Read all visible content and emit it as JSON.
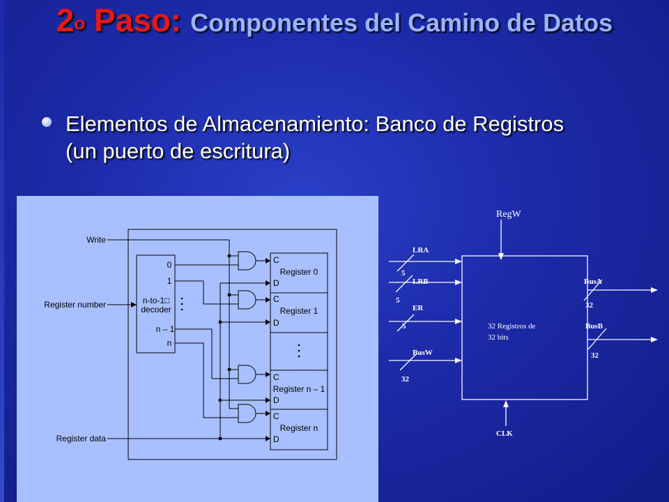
{
  "slide": {
    "title_number": "2",
    "title_sup": "o",
    "title_step": " Paso: ",
    "title_rest": "Componentes del Camino de Datos",
    "bullet": "Elementos de Almacenamiento: Banco de Registros (un puerto de escritura)"
  },
  "left_diagram": {
    "write": "Write",
    "register_number": "Register number",
    "register_data": "Register data",
    "decoder_line1": "n-to-1",
    "decoder_box_glyph": "□",
    "decoder_line2": "decoder",
    "out0": "0",
    "out1": "1",
    "out_n1": "n – 1",
    "out_n": "n",
    "c_label": "C",
    "d_label": "D",
    "reg0": "Register 0",
    "reg1": "Register 1",
    "regn1": "Register n – 1",
    "regn": "Register n"
  },
  "right_diagram": {
    "regw": "RegW",
    "lra": "LRA",
    "lrb": "LRB",
    "er": "ER",
    "busw": "BusW",
    "w5a": "5",
    "w5b": "5",
    "w5c": "5",
    "w32w": "32",
    "box_line1": "32 Registros de",
    "box_line2": "32 bits",
    "busa": "BusA",
    "busb": "BusB",
    "w32a": "32",
    "w32b": "32",
    "clk": "CLK"
  },
  "colors": {
    "background": "#1c2aa8",
    "title_red": "#e81818",
    "title_light": "#9ab4ff",
    "panel": "#a8c0ff"
  }
}
